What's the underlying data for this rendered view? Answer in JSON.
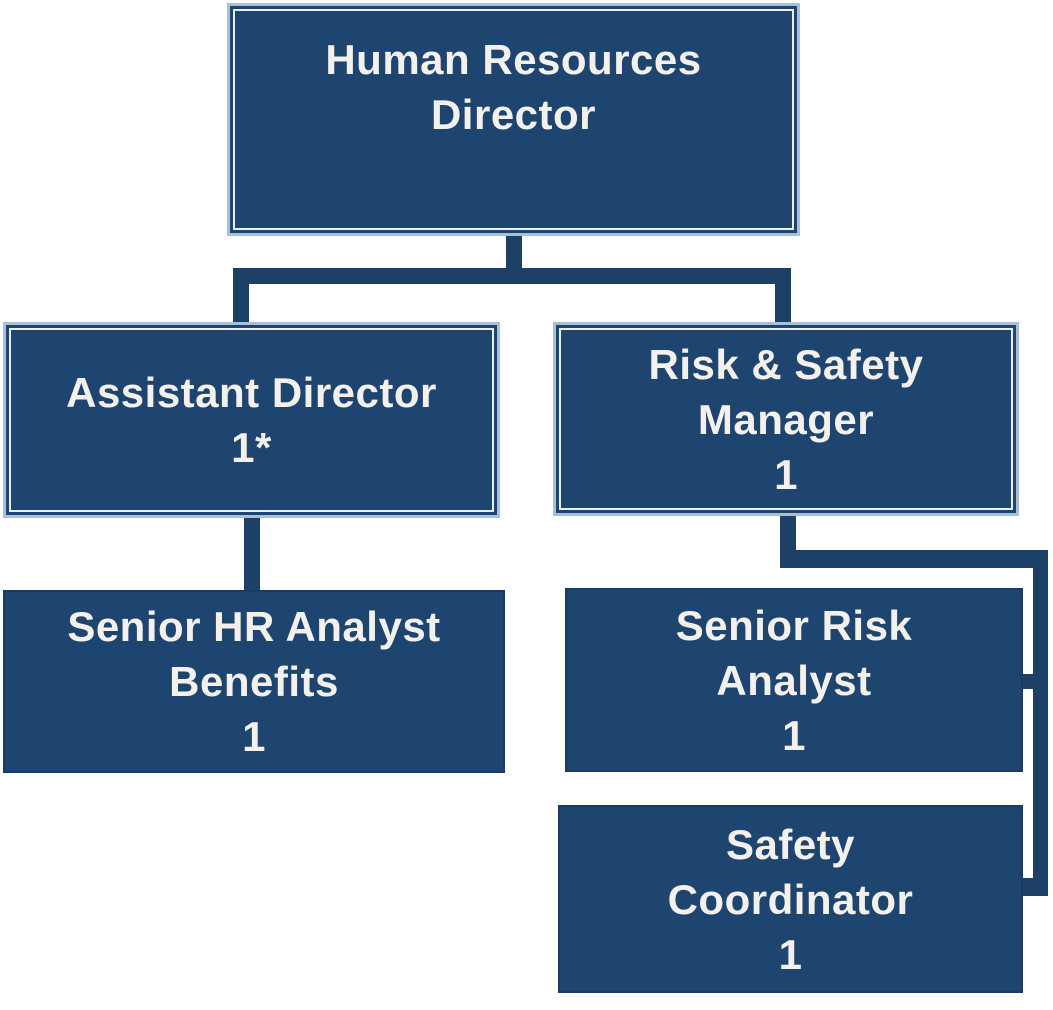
{
  "colors": {
    "background": "#ffffff",
    "box_fill": "#1e4470",
    "box_outer_frame": "#a7c0d8",
    "box_inner_outline": "#e9f0f7",
    "connector": "#1d4066",
    "text": "#f4f1ec"
  },
  "org_chart": {
    "type": "org-chart",
    "nodes": [
      {
        "id": "human-resources-director",
        "lines": [
          "Human Resources",
          "Director"
        ],
        "reports_to": null
      },
      {
        "id": "assistant-director",
        "lines": [
          "Assistant Director",
          "1*"
        ],
        "reports_to": "human-resources-director"
      },
      {
        "id": "risk-safety-manager",
        "lines": [
          "Risk & Safety",
          "Manager",
          "1"
        ],
        "reports_to": "human-resources-director"
      },
      {
        "id": "senior-hr-analyst-benefits",
        "lines": [
          "Senior HR Analyst",
          "Benefits",
          "1"
        ],
        "reports_to": "assistant-director"
      },
      {
        "id": "senior-risk-analyst",
        "lines": [
          "Senior Risk",
          "Analyst",
          "1"
        ],
        "reports_to": "risk-safety-manager"
      },
      {
        "id": "safety-coordinator",
        "lines": [
          "Safety",
          "Coordinator",
          "1"
        ],
        "reports_to": "risk-safety-manager"
      }
    ]
  }
}
